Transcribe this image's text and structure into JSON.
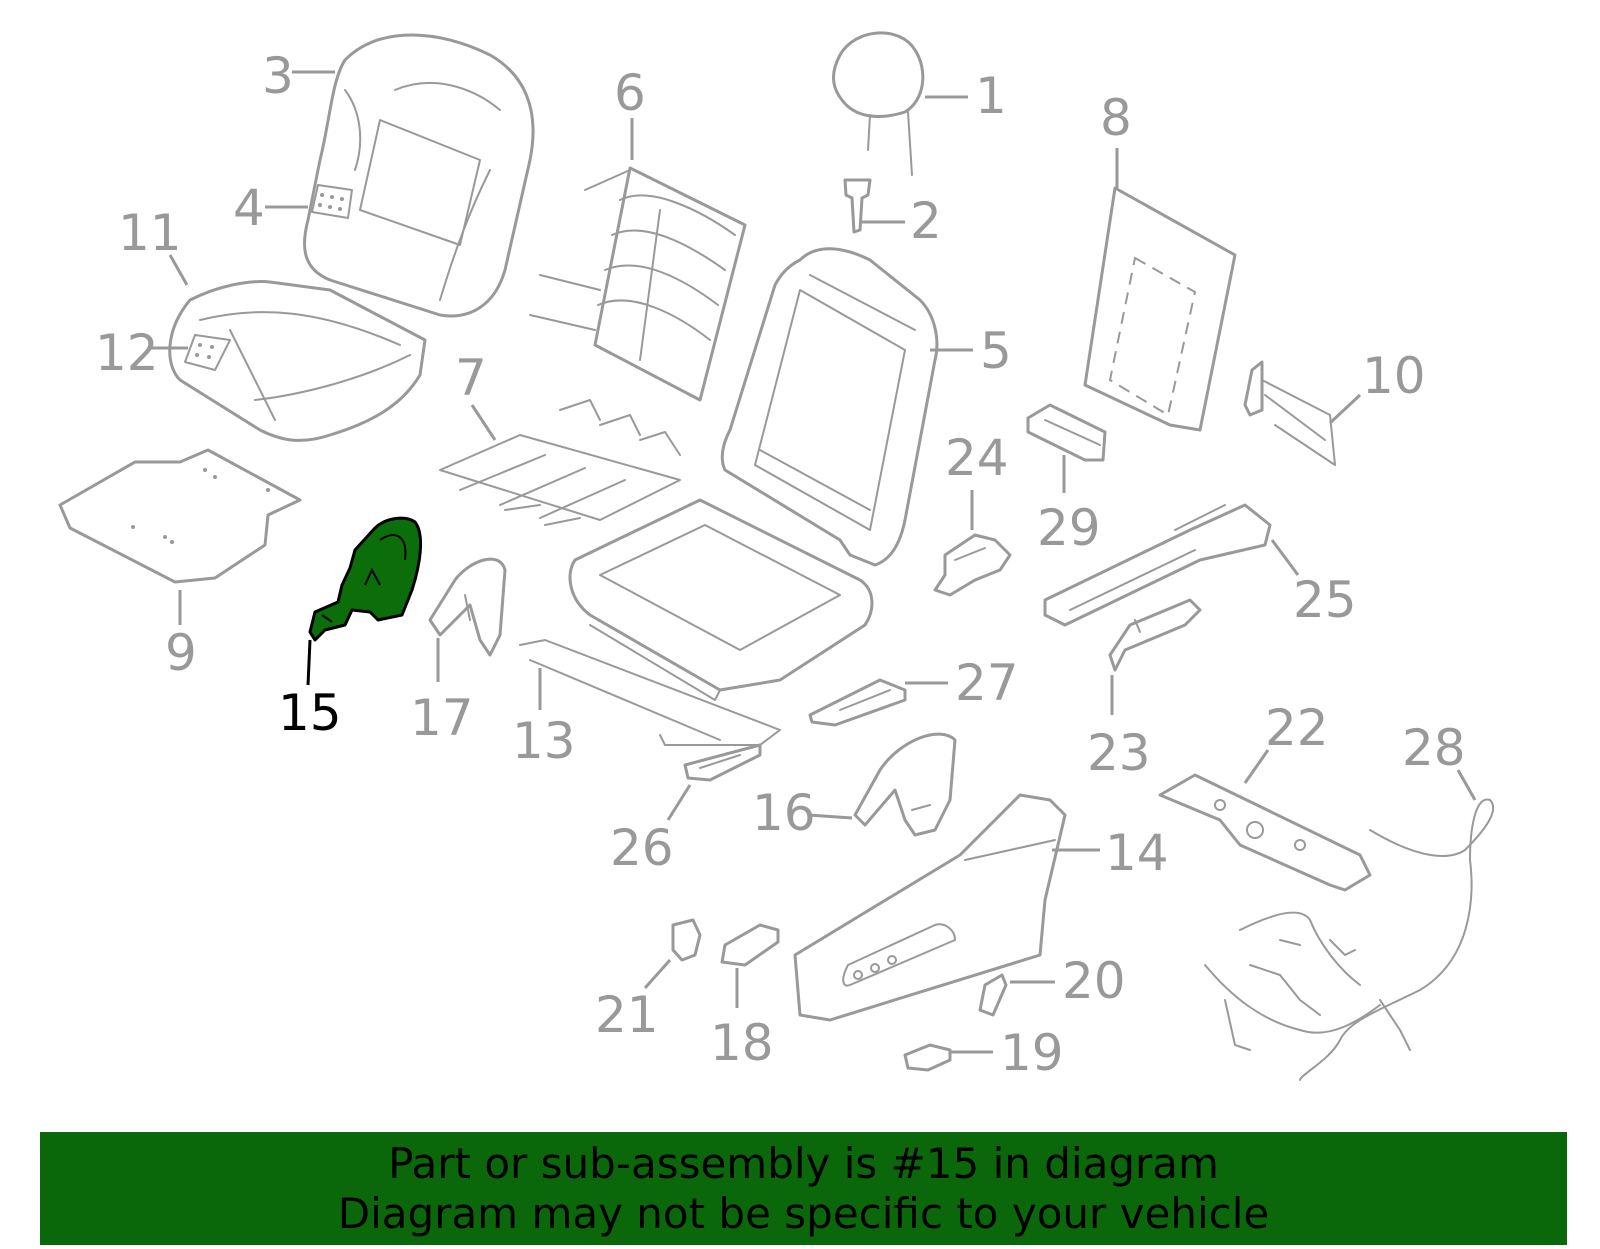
{
  "diagram": {
    "highlight_color": "#0b6e0b",
    "line_color": "#999999",
    "callouts": [
      {
        "id": "1",
        "label": "1",
        "highlighted": false
      },
      {
        "id": "2",
        "label": "2",
        "highlighted": false
      },
      {
        "id": "3",
        "label": "3",
        "highlighted": false
      },
      {
        "id": "4",
        "label": "4",
        "highlighted": false
      },
      {
        "id": "5",
        "label": "5",
        "highlighted": false
      },
      {
        "id": "6",
        "label": "6",
        "highlighted": false
      },
      {
        "id": "7",
        "label": "7",
        "highlighted": false
      },
      {
        "id": "8",
        "label": "8",
        "highlighted": false
      },
      {
        "id": "9",
        "label": "9",
        "highlighted": false
      },
      {
        "id": "10",
        "label": "10",
        "highlighted": false
      },
      {
        "id": "11",
        "label": "11",
        "highlighted": false
      },
      {
        "id": "12",
        "label": "12",
        "highlighted": false
      },
      {
        "id": "13",
        "label": "13",
        "highlighted": false
      },
      {
        "id": "14",
        "label": "14",
        "highlighted": false
      },
      {
        "id": "15",
        "label": "15",
        "highlighted": true
      },
      {
        "id": "16",
        "label": "16",
        "highlighted": false
      },
      {
        "id": "17",
        "label": "17",
        "highlighted": false
      },
      {
        "id": "18",
        "label": "18",
        "highlighted": false
      },
      {
        "id": "19",
        "label": "19",
        "highlighted": false
      },
      {
        "id": "20",
        "label": "20",
        "highlighted": false
      },
      {
        "id": "21",
        "label": "21",
        "highlighted": false
      },
      {
        "id": "22",
        "label": "22",
        "highlighted": false
      },
      {
        "id": "23",
        "label": "23",
        "highlighted": false
      },
      {
        "id": "24",
        "label": "24",
        "highlighted": false
      },
      {
        "id": "25",
        "label": "25",
        "highlighted": false
      },
      {
        "id": "26",
        "label": "26",
        "highlighted": false
      },
      {
        "id": "27",
        "label": "27",
        "highlighted": false
      },
      {
        "id": "28",
        "label": "28",
        "highlighted": false
      },
      {
        "id": "29",
        "label": "29",
        "highlighted": false
      }
    ]
  },
  "banner": {
    "line1": "Part or sub-assembly is #15 in diagram",
    "line2": "Diagram may not be specific to your vehicle",
    "background": "#0a680a"
  }
}
